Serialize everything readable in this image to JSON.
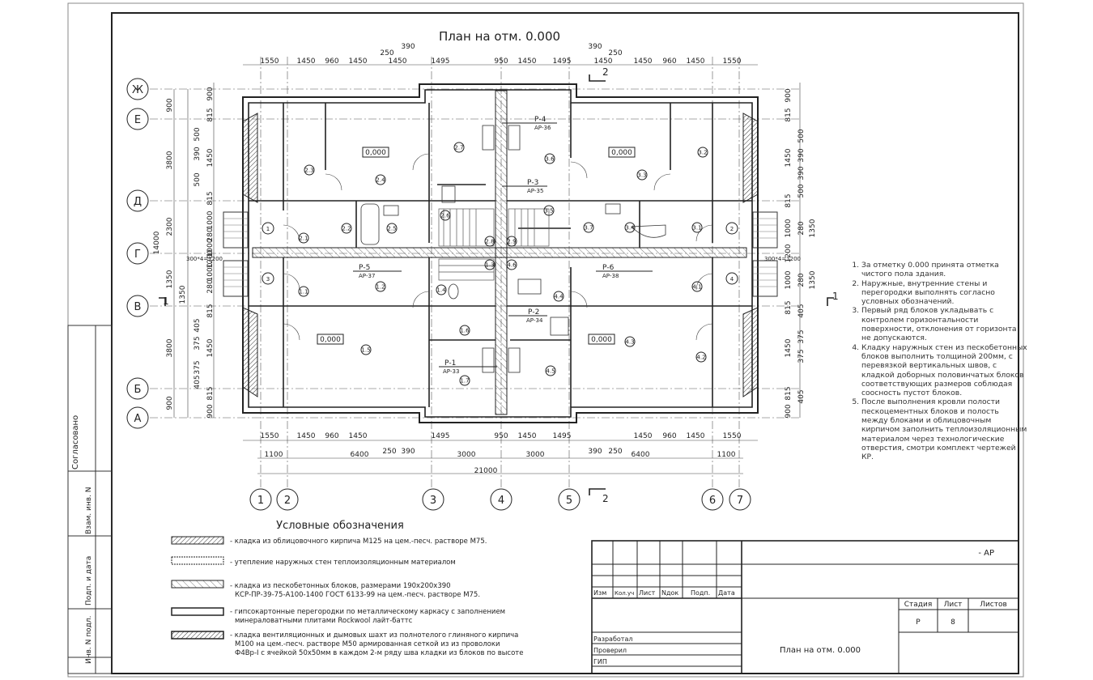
{
  "title": "План на отм. 0.000",
  "sheet": {
    "side_labels": [
      "Согласовано",
      "Взам. инв. N",
      "Подп. и дата",
      "Инв. N подл."
    ],
    "title_block": {
      "code": "- АР",
      "revision_headers": [
        "Изм",
        "Кол.уч",
        "Лист",
        "Nдок",
        "Подп.",
        "Дата"
      ],
      "stage_headers": [
        "Стадия",
        "Лист",
        "Листов"
      ],
      "stage_value": "Р",
      "sheet_value": "8",
      "sheet_total": "",
      "roles": [
        "Разработал",
        "Проверил",
        "ГИП"
      ],
      "drawing_name": "План на отм. 0.000"
    }
  },
  "axes": {
    "vertical": [
      "1",
      "2",
      "3",
      "4",
      "5",
      "6",
      "7"
    ],
    "horizontal": [
      "Ж",
      "Е",
      "Д",
      "Г",
      "В",
      "Б",
      "А"
    ]
  },
  "dims": {
    "top_row": [
      "1550",
      "1450",
      "960",
      "1450",
      "1450",
      "1495",
      "950",
      "1450",
      "1495",
      "1450",
      "1450",
      "960",
      "1450",
      "1550"
    ],
    "top_small": [
      "250",
      "390",
      "390",
      "250"
    ],
    "bottom_row": [
      "1550",
      "1450",
      "960",
      "1450",
      "1495",
      "950",
      "1450",
      "1495",
      "1450",
      "960",
      "1450",
      "1550"
    ],
    "bottom_small": [
      "250",
      "390",
      "390",
      "250"
    ],
    "axis_spans": [
      "1100",
      "6400",
      "3000",
      "3000",
      "6400",
      "1100"
    ],
    "total": "21000",
    "left_axis": [
      "900",
      "3800",
      "2300",
      "1350",
      "1350",
      "3800",
      "900"
    ],
    "left_total": "14000",
    "left_detail": [
      "900",
      "815",
      "500",
      "390",
      "1450",
      "500",
      "815",
      "1000",
      "280",
      "1000",
      "1200",
      "1000",
      "280",
      "1000",
      "815",
      "405",
      "375",
      "1450",
      "375",
      "405",
      "815",
      "900"
    ],
    "right_detail": [
      "900",
      "815",
      "500",
      "390",
      "1450",
      "390",
      "500",
      "815",
      "1350",
      "280",
      "1000",
      "1200",
      "1000",
      "280",
      "1350",
      "815",
      "405",
      "375",
      "1450",
      "375",
      "405",
      "815",
      "900"
    ],
    "level_marks": [
      "300*4=1200",
      "300*4=1200"
    ]
  },
  "plan": {
    "levels": [
      "0,000",
      "0,000",
      "0,000",
      "0,000"
    ],
    "rooms": [
      "2.3",
      "2.4",
      "2.7",
      "3.6",
      "3.3",
      "3.2",
      "2.1",
      "2.2",
      "2.5",
      "2.6",
      "3.5",
      "3.7",
      "3.4",
      "3.1",
      "2.8",
      "2.9",
      "1.1",
      "1.2",
      "1.3",
      "1.4",
      "1.5",
      "1.6",
      "1.7",
      "4.4",
      "4.1",
      "4.2",
      "4.3",
      "4.5",
      "4.6"
    ],
    "stair_nums": [
      "1",
      "3",
      "2",
      "4"
    ],
    "section_marks": [
      "2",
      "2",
      "1",
      "1"
    ],
    "callouts": [
      {
        "name": "Р-4",
        "ref": "АР-36"
      },
      {
        "name": "Р-3",
        "ref": "АР-35"
      },
      {
        "name": "Р-5",
        "ref": "АР-37"
      },
      {
        "name": "Р-6",
        "ref": "АР-38"
      },
      {
        "name": "Р-2",
        "ref": "АР-34"
      },
      {
        "name": "Р-1",
        "ref": "АР-33"
      }
    ]
  },
  "legend": {
    "title": "Условные обозначения",
    "items": [
      "- кладка из облицовочного кирпича М125 на цем.-песч. растворе М75.",
      "- утепление наружных стен теплоизоляционным материалом",
      "- кладка из пескобетонных блоков, размерами 190х200х390",
      "КСР-ПР-39-75-А100-1400 ГОСТ 6133-99 на цем.-песч. растворе М75.",
      "- гипсокартонные перегородки по металлическому каркасу с заполнением",
      "минераловатными плитами Rockwool лайт-баттс",
      "- кладка вентиляционных и дымовых шахт из полнотелого глиняного кирпича",
      "М100 на цем.-песч. растворе М50 армированная сеткой из из проволоки",
      "Ф4Вр-I с ячейкой 50х50мм в каждом 2-м ряду шва кладки из блоков по высоте"
    ]
  },
  "notes": [
    "За отметку 0.000 принята отметка чистого пола здания.",
    "Наружные, внутренние стены и перегородки выполнять согласно условных обозначений.",
    "Первый ряд блоков укладывать с контролем горизонтальности поверхности, отклонения от горизонта не допускаются.",
    "Кладку наружных стен из пескобетонных блоков выполнить толщиной 200мм, с перевязкой вертикальных швов, с кладкой доборных половинчатых блоков соответствующих размеров соблюдая соосность пустот блоков.",
    "После выполнения кровли полости пескоцементных блоков и полость между блоками и облицовочным кирпичом заполнить теплоизоляционным материалом через технологические отверстия, смотри комплект чертежей КР."
  ]
}
